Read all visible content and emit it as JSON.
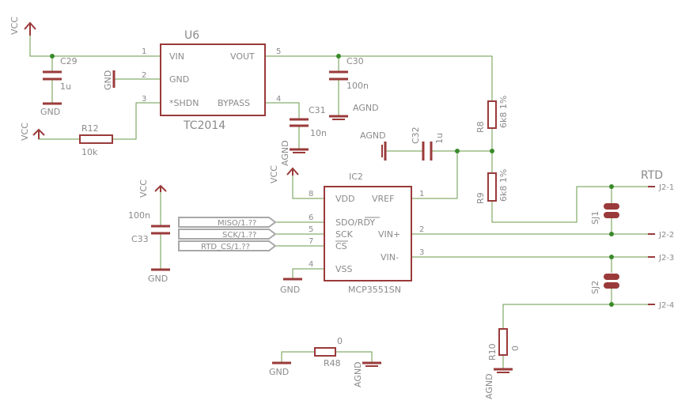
{
  "u6": {
    "name": "U6",
    "value": "TC2014",
    "pins": {
      "vin": "VIN",
      "gnd": "GND",
      "shdn": "*SHDN",
      "vout": "VOUT",
      "bypass": "BYPASS"
    },
    "pin_nums": {
      "vin": "1",
      "gnd": "2",
      "shdn": "3",
      "vout": "5",
      "bypass": "4"
    }
  },
  "ic2": {
    "name": "IC2",
    "value": "MCP3551SN",
    "pins": {
      "vdd": "VDD",
      "sdo": "SDO/RDY",
      "sck": "SCK",
      "cs": "CS",
      "vss": "VSS",
      "vref": "VREF",
      "vinp": "VIN+",
      "vinm": "VIN-"
    },
    "pin_nums": {
      "vdd": "8",
      "sdo": "6",
      "sck": "5",
      "cs": "7",
      "vss": "4",
      "vref": "1",
      "vinp": "2",
      "vinm": "3"
    }
  },
  "c29": {
    "name": "C29",
    "value": "1u"
  },
  "c30": {
    "name": "C30",
    "value": "100n"
  },
  "c31": {
    "name": "C31",
    "value": "10n"
  },
  "c32": {
    "name": "C32",
    "value": "1u"
  },
  "c33": {
    "name": "C33",
    "value": "100n"
  },
  "r12": {
    "name": "R12",
    "value": "10k"
  },
  "r8": {
    "name": "R8",
    "value": "6k8 1%"
  },
  "r9": {
    "name": "R9",
    "value": "6k8 1%"
  },
  "r10": {
    "name": "R10",
    "value": "0"
  },
  "r48": {
    "name": "R48",
    "value": "0"
  },
  "sj1": {
    "name": "SJ1"
  },
  "sj2": {
    "name": "SJ2"
  },
  "nets": {
    "vcc": "VCC",
    "gnd": "GND",
    "agnd": "AGND",
    "miso": "MISO/1.??",
    "sck": "SCK/1.??",
    "cs": "RTD_CS/1.??"
  },
  "connector": {
    "title": "RTD",
    "pins": [
      "J2-1",
      "J2-2",
      "J2-3",
      "J2-4"
    ]
  },
  "colors": {
    "wire": "#6a9a4a",
    "part": "#9a3a3a",
    "text": "#8a8a8a",
    "label": "#a8a8a8",
    "junction": "#3a8a2a"
  }
}
